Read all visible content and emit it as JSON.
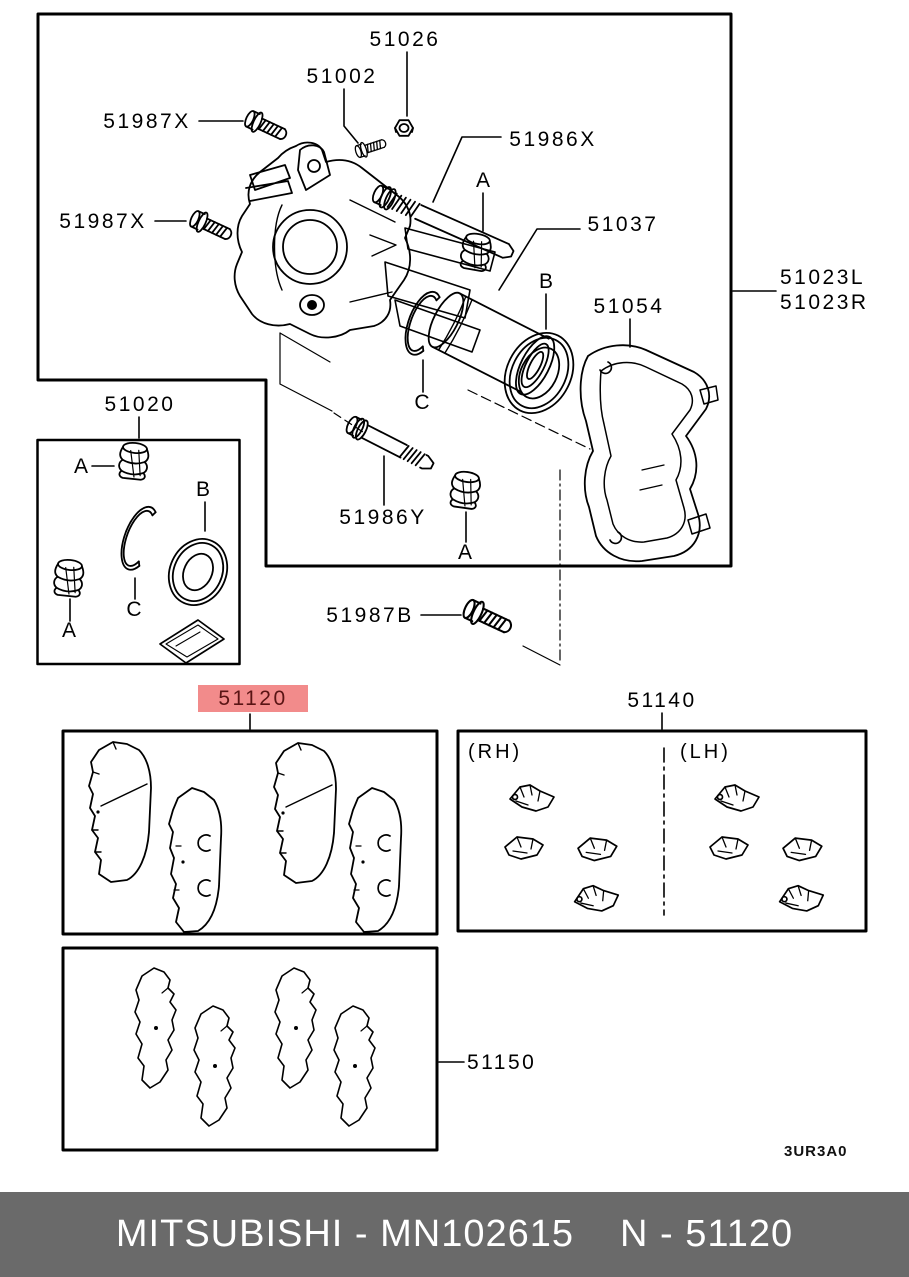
{
  "callouts": {
    "n51026": "51026",
    "n51002": "51002",
    "n51987X_top": "51987X",
    "n51987X_side": "51987X",
    "n51986X": "51986X",
    "n51037": "51037",
    "n51054": "51054",
    "n51023L": "51023L",
    "n51023R": "51023R",
    "n51020": "51020",
    "n51986Y": "51986Y",
    "n51987B": "51987B",
    "n51120": "51120",
    "n51140": "51140",
    "n51150": "51150"
  },
  "refs": {
    "a": "A",
    "b": "B",
    "c": "C",
    "rh": "(RH)",
    "lh": "(LH)"
  },
  "highlight": {
    "bg": "#f28b8b",
    "text_color": "#5a1414"
  },
  "footer": {
    "brand": "MITSUBISHI - MN102615",
    "part": "N - 51120",
    "bg": "#6a6a6a"
  },
  "page_code": "3UR3A0"
}
